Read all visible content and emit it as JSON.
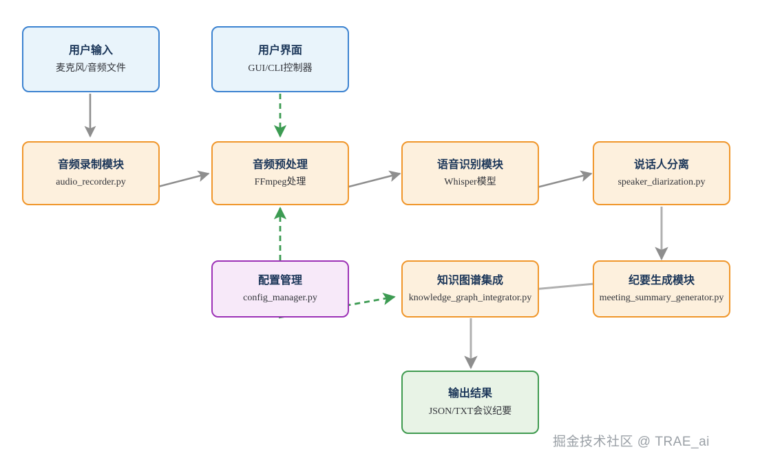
{
  "diagram": {
    "title": "",
    "watermark": "掘金技术社区 @ TRAE_ai",
    "colors": {
      "blue_border": "#3b82d0",
      "blue_fill": "#e9f4fb",
      "orange_border": "#f0962a",
      "orange_fill": "#fdf0dd",
      "purple_border": "#9c31b6",
      "purple_fill": "#f7e9f9",
      "green_border": "#3f9a4f",
      "green_fill": "#e8f3e6",
      "arrow_gray": "#8e8e8e",
      "arrow_green": "#3c9b52",
      "title_text": "#1a3558",
      "subtitle_text": "#32343a",
      "watermark_text": "#9aa0a6"
    },
    "nodes": [
      {
        "id": "user-input",
        "title": "用户输入",
        "subtitle": "麦克风/音频文件",
        "style": "blue"
      },
      {
        "id": "user-interface",
        "title": "用户界面",
        "subtitle": "GUI/CLI控制器",
        "style": "blue"
      },
      {
        "id": "audio-recorder",
        "title": "音频录制模块",
        "subtitle": "audio_recorder.py",
        "style": "orange"
      },
      {
        "id": "audio-preprocess",
        "title": "音频预处理",
        "subtitle": "FFmpeg处理",
        "style": "orange"
      },
      {
        "id": "speech-recognition",
        "title": "语音识别模块",
        "subtitle": "Whisper模型",
        "style": "orange"
      },
      {
        "id": "speaker-diarization",
        "title": "说话人分离",
        "subtitle": "speaker_diarization.py",
        "style": "orange"
      },
      {
        "id": "config-manager",
        "title": "配置管理",
        "subtitle": "config_manager.py",
        "style": "purple"
      },
      {
        "id": "knowledge-graph",
        "title": "知识图谱集成",
        "subtitle": "knowledge_graph_integrator.py",
        "style": "orange"
      },
      {
        "id": "summary-generator",
        "title": "纪要生成模块",
        "subtitle": "meeting_summary_generator.py",
        "style": "orange"
      },
      {
        "id": "output-result",
        "title": "输出结果",
        "subtitle": "JSON/TXT会议纪要",
        "style": "green"
      }
    ],
    "edges": [
      {
        "from": "user-input",
        "to": "audio-recorder",
        "style": "solid",
        "color": "gray"
      },
      {
        "from": "user-interface",
        "to": "audio-preprocess",
        "style": "dashed",
        "color": "green"
      },
      {
        "from": "audio-recorder",
        "to": "audio-preprocess",
        "style": "solid",
        "color": "gray"
      },
      {
        "from": "audio-preprocess",
        "to": "speech-recognition",
        "style": "solid",
        "color": "gray"
      },
      {
        "from": "speech-recognition",
        "to": "speaker-diarization",
        "style": "solid",
        "color": "gray"
      },
      {
        "from": "speaker-diarization",
        "to": "summary-generator",
        "style": "solid",
        "color": "gray"
      },
      {
        "from": "config-manager",
        "to": "audio-preprocess",
        "style": "dashed",
        "color": "green"
      },
      {
        "from": "config-manager",
        "to": "knowledge-graph",
        "style": "dashed",
        "color": "green"
      },
      {
        "from": "summary-generator",
        "to": "knowledge-graph",
        "style": "solid",
        "color": "gray"
      },
      {
        "from": "knowledge-graph",
        "to": "output-result",
        "style": "solid",
        "color": "gray"
      }
    ]
  }
}
